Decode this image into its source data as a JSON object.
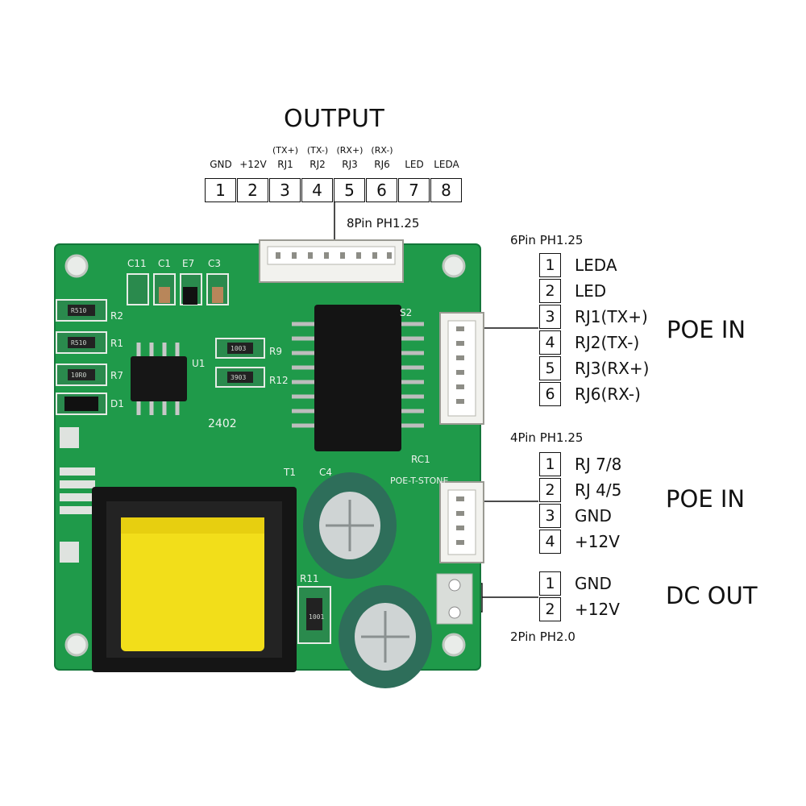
{
  "output": {
    "title": "OUTPUT",
    "connector": "8Pin PH1.25",
    "pins": [
      {
        "num": "1",
        "top": "",
        "label": "GND"
      },
      {
        "num": "2",
        "top": "",
        "label": "+12V"
      },
      {
        "num": "3",
        "top": "(TX+)",
        "label": "RJ1"
      },
      {
        "num": "4",
        "top": "(TX-)",
        "label": "RJ2"
      },
      {
        "num": "5",
        "top": "(RX+)",
        "label": "RJ3"
      },
      {
        "num": "6",
        "top": "(RX-)",
        "label": "RJ6"
      },
      {
        "num": "7",
        "top": "",
        "label": "LED"
      },
      {
        "num": "8",
        "top": "",
        "label": "LEDA"
      }
    ]
  },
  "poe_in_6": {
    "section": "POE IN",
    "connector": "6Pin PH1.25",
    "pins": [
      {
        "num": "1",
        "label": "LEDA"
      },
      {
        "num": "2",
        "label": "LED"
      },
      {
        "num": "3",
        "label": "RJ1(TX+)"
      },
      {
        "num": "4",
        "label": "RJ2(TX-)"
      },
      {
        "num": "5",
        "label": "RJ3(RX+)"
      },
      {
        "num": "6",
        "label": "RJ6(RX-)"
      }
    ]
  },
  "poe_in_4": {
    "section": "POE IN",
    "connector": "4Pin PH1.25",
    "pins": [
      {
        "num": "1",
        "label": "RJ 7/8"
      },
      {
        "num": "2",
        "label": "RJ 4/5"
      },
      {
        "num": "3",
        "label": "GND"
      },
      {
        "num": "4",
        "label": "+12V"
      }
    ]
  },
  "dc_out": {
    "section": "DC OUT",
    "connector": "2Pin PH2.0",
    "pins": [
      {
        "num": "1",
        "label": "GND"
      },
      {
        "num": "2",
        "label": "+12V"
      }
    ]
  },
  "board": {
    "silkscreen": [
      "C11",
      "C1",
      "E7",
      "C3",
      "R2",
      "R1",
      "R7",
      "D1",
      "U1",
      "R9",
      "R12",
      "S2",
      "RC1",
      "C4",
      "T1",
      "R11",
      "R510",
      "R510",
      "10R0",
      "1003",
      "3903",
      "1001",
      "2402"
    ],
    "brand": "POE-T-STONE",
    "colors": {
      "pcb": "#1f9a4a",
      "pcb_dark": "#157a39",
      "transformer_core": "#f2de1a",
      "capacitor": "#2e6e5a"
    }
  }
}
